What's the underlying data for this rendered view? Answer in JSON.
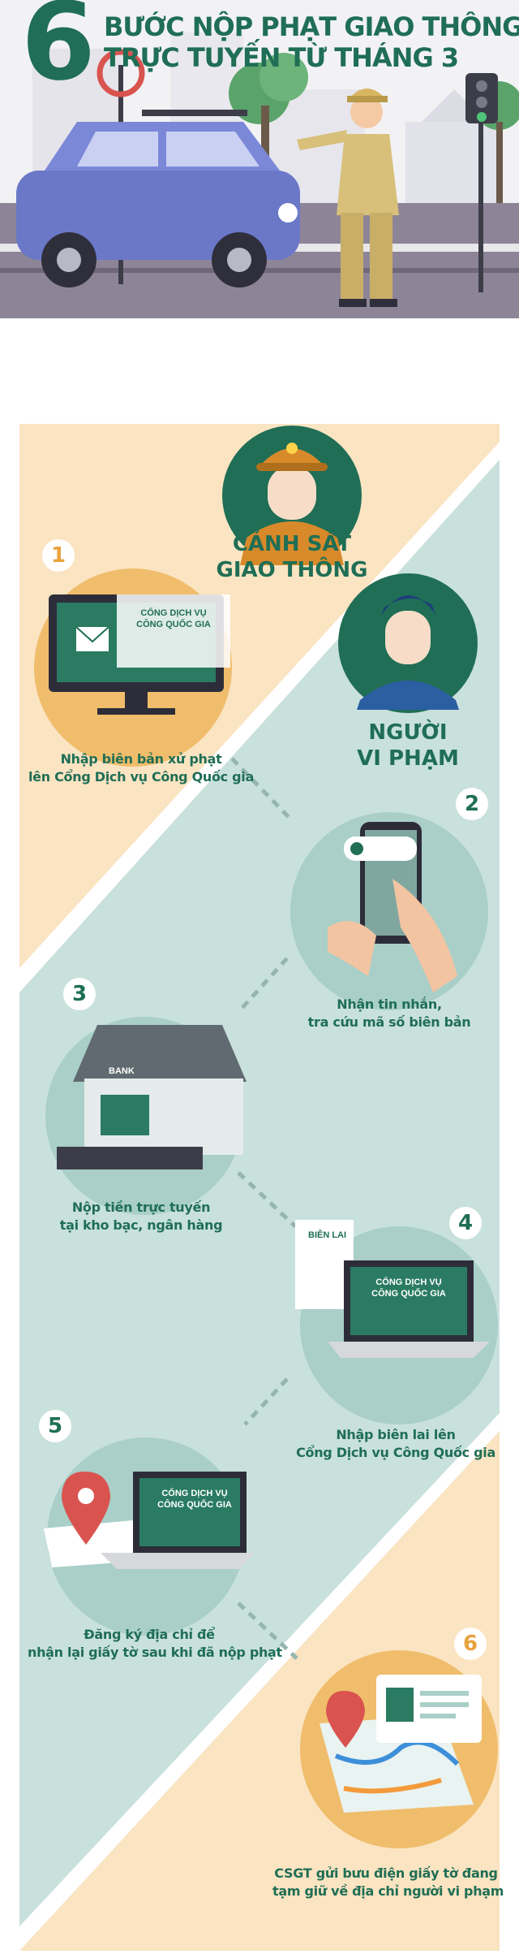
{
  "header": {
    "number": "6",
    "title_line1": "BƯỚC NỘP PHẠT GIAO THÔNG",
    "title_line2": "TRỰC TUYẾN TỪ THÁNG 3"
  },
  "roles": {
    "police_line1": "CẢNH SÁT",
    "police_line2": "GIAO THÔNG",
    "violator_line1": "NGƯỜI",
    "violator_line2": "VI PHẠM"
  },
  "portal_label_line1": "CỔNG DỊCH VỤ",
  "portal_label_line2": "CÔNG QUỐC GIA",
  "bank_label": "BANK",
  "receipt_label": "BIÊN LAI",
  "steps": [
    {
      "num": "1",
      "line1": "Nhập biên bản xử phạt",
      "line2": "lên Cổng Dịch vụ Công Quốc gia"
    },
    {
      "num": "2",
      "line1": "Nhận tin nhắn,",
      "line2": "tra cứu mã số biên bản"
    },
    {
      "num": "3",
      "line1": "Nộp tiền trực tuyến",
      "line2": "tại kho bạc, ngân hàng"
    },
    {
      "num": "4",
      "line1": "Nhập biên lai lên",
      "line2": "Cổng Dịch vụ Công Quốc gia"
    },
    {
      "num": "5",
      "line1": "Đăng ký địa chỉ để",
      "line2": "nhận lại giấy tờ sau khi đã nộp phạt"
    },
    {
      "num": "6",
      "line1": "CSGT gửi bưu điện giấy tờ đang",
      "line2": "tạm giữ về địa chỉ người vi phạm"
    }
  ],
  "colors": {
    "green_dark": "#1f6e55",
    "mint": "#c9e1dc",
    "peach": "#fbe4c2",
    "circle_mint": "#a9cfc8",
    "circle_gold": "#f0bd6c",
    "number_gold": "#e8a33d"
  }
}
